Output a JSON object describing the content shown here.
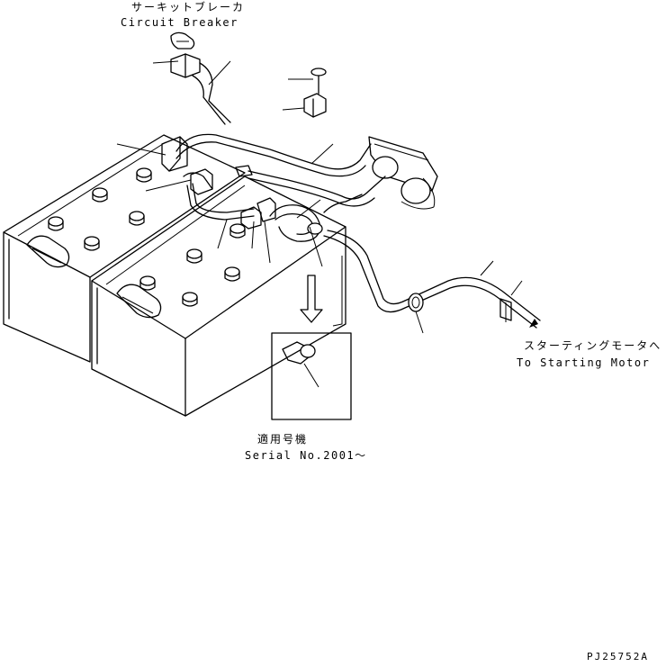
{
  "labels": {
    "circuit_breaker_jp": "サーキットブレーカ",
    "circuit_breaker_en": "Circuit Breaker",
    "starting_motor_jp": "スターティングモータへ",
    "starting_motor_en": "To Starting Motor",
    "serial_jp": "適用号機",
    "serial_en": "Serial No.2001～",
    "drawing_code": "PJ25752A"
  },
  "icons": {
    "batteries": "battery-pair-icon",
    "circuit_breaker": "circuit-breaker-icon",
    "harness": "wiring-harness-icon",
    "detail_terminal": "battery-terminal-icon",
    "arrow": "down-arrow-icon"
  }
}
